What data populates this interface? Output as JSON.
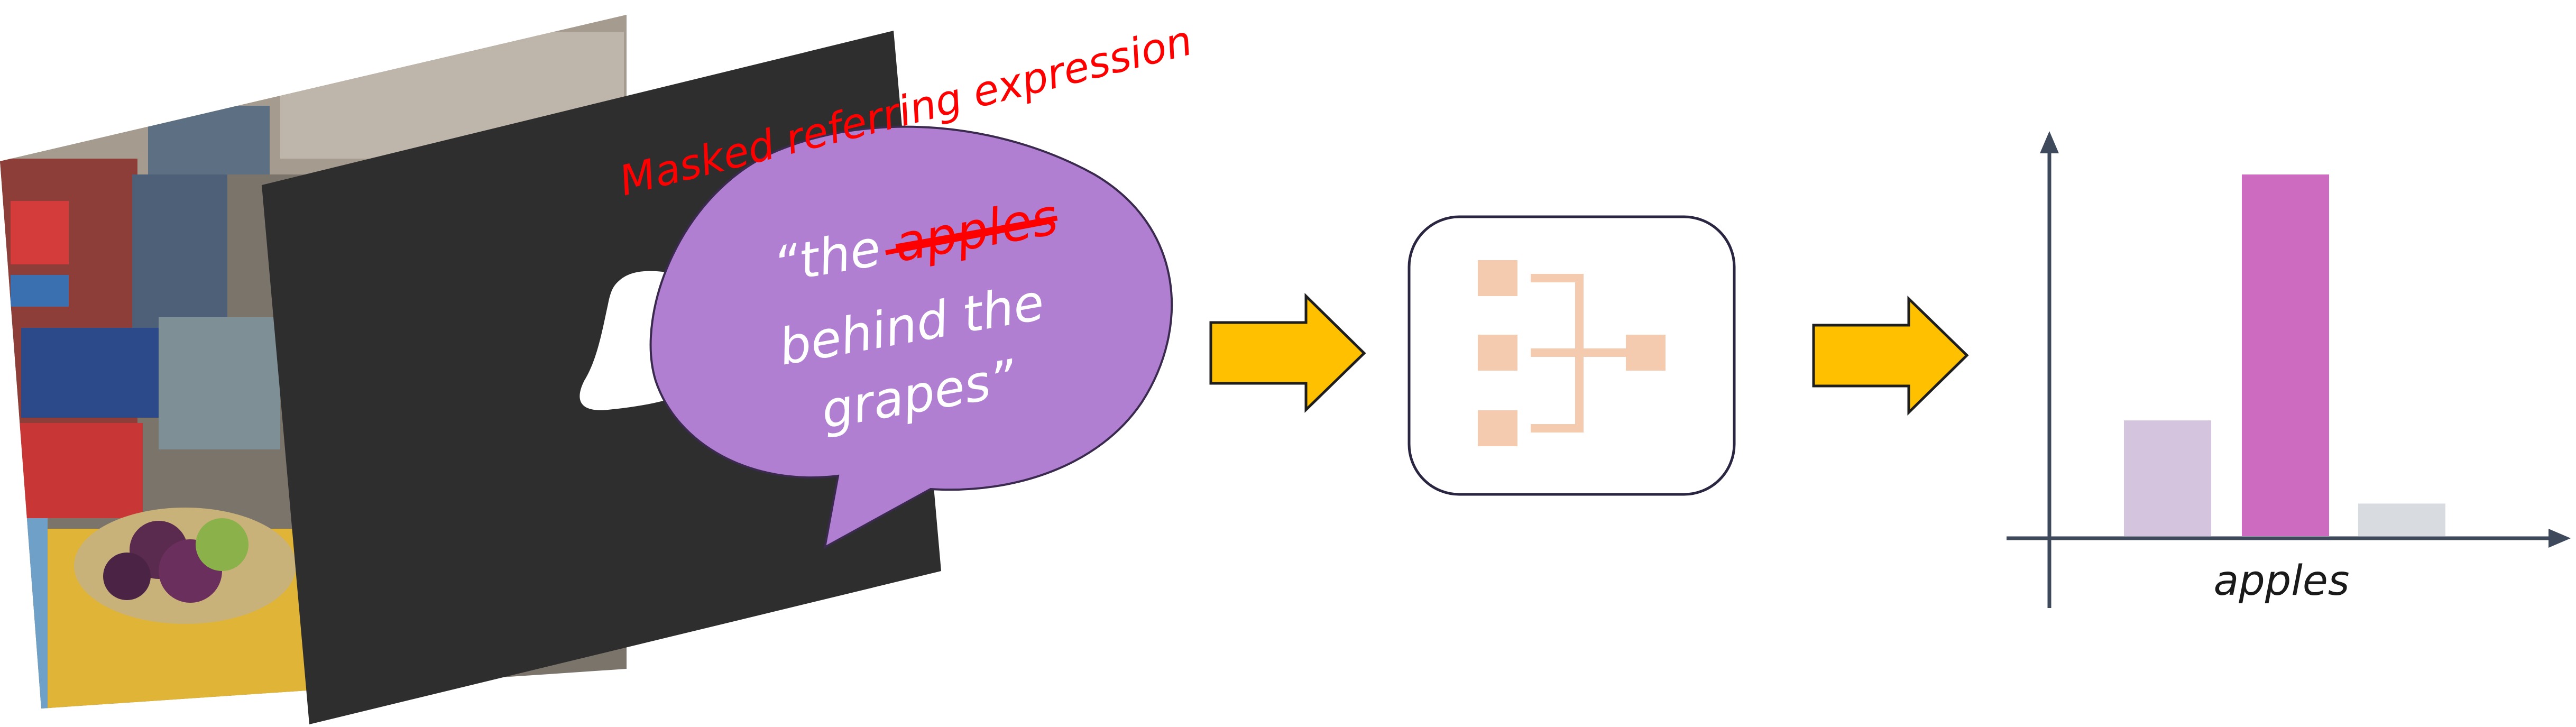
{
  "masked_label": "Masked referring expression",
  "bubble": {
    "line1_prefix": "“the ",
    "line1_struck": "apples",
    "line2": "behind the",
    "line3": "grapes”"
  },
  "chart_data": {
    "type": "bar",
    "categories": [
      "",
      "",
      ""
    ],
    "values": [
      0.32,
      1.0,
      0.09
    ],
    "colors": [
      "#d4c4de",
      "#cc6bbf",
      "#d8dbe0"
    ],
    "xlabel": "apples",
    "ylabel": "",
    "ylim": [
      0,
      1.1
    ],
    "grid": false
  },
  "colors": {
    "arrow_fill": "#ffc000",
    "bubble_fill": "#b07fd2",
    "model_icon": "#f5cbb0",
    "axis": "#3e4a5c",
    "label_red": "#ff0000"
  },
  "icons": {
    "arrow1": "right-arrow-icon",
    "arrow2": "right-arrow-icon",
    "model": "network-graph-icon"
  }
}
